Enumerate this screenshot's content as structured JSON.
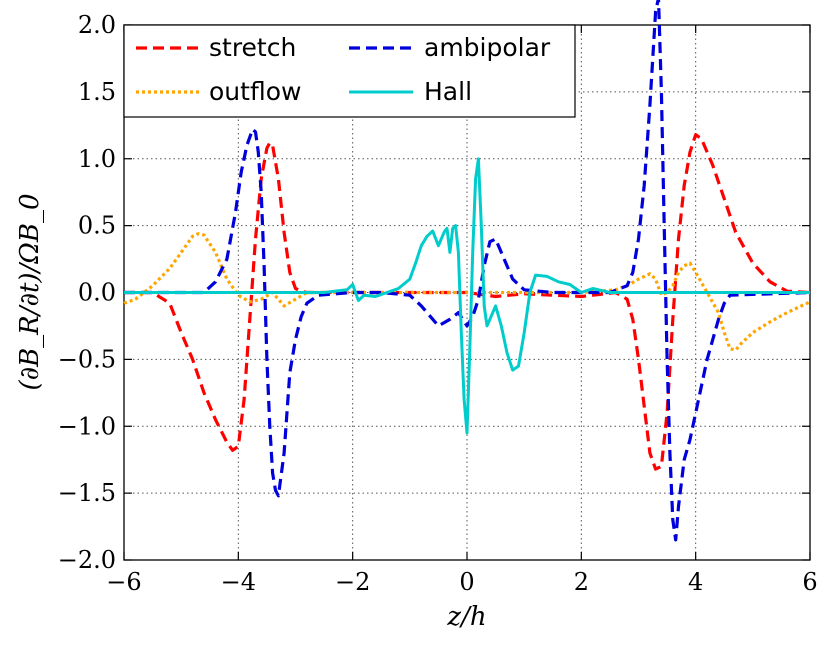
{
  "chart_data": {
    "type": "line",
    "xlabel": "z/h",
    "ylabel": "(∂B_R/∂t)/ΩB_0",
    "xlim": [
      -6,
      6
    ],
    "ylim": [
      -2.0,
      2.0
    ],
    "xticks": [
      -6,
      -4,
      -2,
      0,
      2,
      4,
      6
    ],
    "xtick_labels": [
      "−6",
      "−4",
      "−2",
      "0",
      "2",
      "4",
      "6"
    ],
    "yticks": [
      -2.0,
      -1.5,
      -1.0,
      -0.5,
      0.0,
      0.5,
      1.0,
      1.5,
      2.0
    ],
    "ytick_labels": [
      "−2.0",
      "−1.5",
      "−1.0",
      "−0.5",
      "0.0",
      "0.5",
      "1.0",
      "1.5",
      "2.0"
    ],
    "grid": true,
    "legend_position": "top-left",
    "series": [
      {
        "name": "stretch",
        "color": "#ff0000",
        "style": "dashed",
        "x": [
          -6,
          -5.5,
          -5.2,
          -5.0,
          -4.8,
          -4.6,
          -4.4,
          -4.2,
          -4.1,
          -4.0,
          -3.9,
          -3.8,
          -3.7,
          -3.6,
          -3.5,
          -3.45,
          -3.4,
          -3.3,
          -3.2,
          -3.1,
          -3.0,
          -2.9,
          -2.8,
          -2.6,
          -2.0,
          -1.0,
          0.0,
          0.5,
          1.0,
          2.0,
          2.6,
          2.8,
          2.9,
          3.0,
          3.1,
          3.2,
          3.3,
          3.4,
          3.5,
          3.6,
          3.7,
          3.8,
          3.9,
          4.0,
          4.1,
          4.3,
          4.5,
          4.7,
          5.0,
          5.3,
          5.6,
          6.0
        ],
        "y": [
          0.0,
          0.0,
          -0.08,
          -0.3,
          -0.5,
          -0.75,
          -0.95,
          -1.12,
          -1.18,
          -1.15,
          -0.8,
          -0.2,
          0.4,
          0.85,
          1.08,
          1.12,
          1.1,
          0.85,
          0.45,
          0.15,
          0.03,
          0.01,
          0.0,
          0.0,
          0.0,
          0.0,
          0.0,
          -0.03,
          -0.01,
          -0.03,
          0.0,
          -0.05,
          -0.2,
          -0.5,
          -0.85,
          -1.2,
          -1.32,
          -1.3,
          -0.9,
          -0.2,
          0.4,
          0.8,
          1.05,
          1.18,
          1.15,
          0.95,
          0.7,
          0.45,
          0.22,
          0.08,
          0.01,
          0.0
        ]
      },
      {
        "name": "ambipolar",
        "color": "#0000dd",
        "style": "dashed",
        "x": [
          -6,
          -4.6,
          -4.4,
          -4.2,
          -4.05,
          -3.95,
          -3.85,
          -3.75,
          -3.7,
          -3.65,
          -3.6,
          -3.55,
          -3.5,
          -3.45,
          -3.4,
          -3.35,
          -3.3,
          -3.2,
          -3.1,
          -3.0,
          -2.9,
          -2.8,
          -2.6,
          -2.0,
          -1.5,
          -1.0,
          -0.8,
          -0.5,
          -0.3,
          -0.15,
          0.0,
          0.1,
          0.2,
          0.3,
          0.4,
          0.5,
          0.6,
          0.8,
          1.0,
          1.5,
          2.0,
          2.5,
          2.8,
          2.9,
          3.0,
          3.1,
          3.2,
          3.3,
          3.35,
          3.4,
          3.45,
          3.5,
          3.55,
          3.6,
          3.65,
          3.7,
          3.8,
          3.9,
          4.0,
          4.2,
          4.4,
          4.5,
          4.6,
          6.0
        ],
        "y": [
          0.0,
          0.0,
          0.08,
          0.25,
          0.6,
          0.9,
          1.1,
          1.22,
          1.2,
          1.05,
          0.75,
          0.2,
          -0.5,
          -1.0,
          -1.35,
          -1.48,
          -1.52,
          -1.2,
          -0.6,
          -0.35,
          -0.18,
          -0.08,
          -0.02,
          0.0,
          0.0,
          -0.02,
          -0.1,
          -0.25,
          -0.2,
          -0.15,
          -0.25,
          -0.18,
          -0.05,
          0.2,
          0.38,
          0.4,
          0.3,
          0.1,
          0.02,
          0.0,
          0.0,
          0.0,
          0.05,
          0.15,
          0.4,
          0.8,
          1.4,
          2.1,
          2.2,
          1.5,
          0.5,
          -0.5,
          -1.2,
          -1.7,
          -1.85,
          -1.6,
          -1.25,
          -1.1,
          -0.9,
          -0.5,
          -0.2,
          -0.08,
          -0.02,
          0.0
        ]
      },
      {
        "name": "outflow",
        "color": "#ffa500",
        "style": "dotted",
        "x": [
          -6,
          -5.8,
          -5.5,
          -5.2,
          -5.0,
          -4.8,
          -4.7,
          -4.6,
          -4.4,
          -4.2,
          -4.0,
          -3.8,
          -3.6,
          -3.4,
          -3.2,
          -3.0,
          -2.8,
          -2.0,
          0.0,
          2.0,
          2.6,
          2.8,
          3.0,
          3.2,
          3.3,
          3.4,
          3.5,
          3.6,
          3.7,
          3.8,
          3.9,
          4.0,
          4.2,
          4.4,
          4.5,
          4.6,
          4.7,
          4.8,
          5.0,
          5.3,
          5.6,
          6.0
        ],
        "y": [
          -0.08,
          -0.05,
          0.05,
          0.18,
          0.3,
          0.42,
          0.44,
          0.43,
          0.3,
          0.1,
          -0.02,
          -0.07,
          -0.05,
          0.0,
          -0.1,
          -0.05,
          0.0,
          0.0,
          0.0,
          0.0,
          0.02,
          0.05,
          0.1,
          0.14,
          0.1,
          -0.02,
          0.0,
          0.05,
          0.15,
          0.2,
          0.22,
          0.15,
          0.0,
          -0.15,
          -0.3,
          -0.42,
          -0.43,
          -0.38,
          -0.3,
          -0.22,
          -0.15,
          -0.07
        ]
      },
      {
        "name": "Hall",
        "color": "#00cccc",
        "style": "solid",
        "x": [
          -6,
          -2.5,
          -2.1,
          -2.0,
          -1.95,
          -1.9,
          -1.8,
          -1.6,
          -1.4,
          -1.2,
          -1.0,
          -0.9,
          -0.8,
          -0.7,
          -0.6,
          -0.5,
          -0.4,
          -0.35,
          -0.3,
          -0.25,
          -0.2,
          -0.15,
          -0.1,
          -0.05,
          0.0,
          0.05,
          0.1,
          0.15,
          0.2,
          0.25,
          0.3,
          0.35,
          0.4,
          0.5,
          0.6,
          0.7,
          0.8,
          0.9,
          1.0,
          1.1,
          1.2,
          1.4,
          1.6,
          1.8,
          2.0,
          2.2,
          2.5,
          3.0,
          6.0
        ],
        "y": [
          0.0,
          0.0,
          0.02,
          0.06,
          0.0,
          -0.06,
          -0.02,
          -0.03,
          0.0,
          0.03,
          0.1,
          0.22,
          0.35,
          0.42,
          0.46,
          0.35,
          0.45,
          0.48,
          0.3,
          0.48,
          0.5,
          0.3,
          -0.3,
          -0.8,
          -1.05,
          -0.4,
          0.3,
          0.85,
          1.0,
          0.5,
          -0.1,
          -0.25,
          -0.2,
          -0.1,
          -0.25,
          -0.45,
          -0.58,
          -0.55,
          -0.3,
          0.0,
          0.13,
          0.12,
          0.08,
          0.06,
          0.0,
          0.03,
          0.0,
          0.0,
          0.0
        ]
      }
    ]
  }
}
